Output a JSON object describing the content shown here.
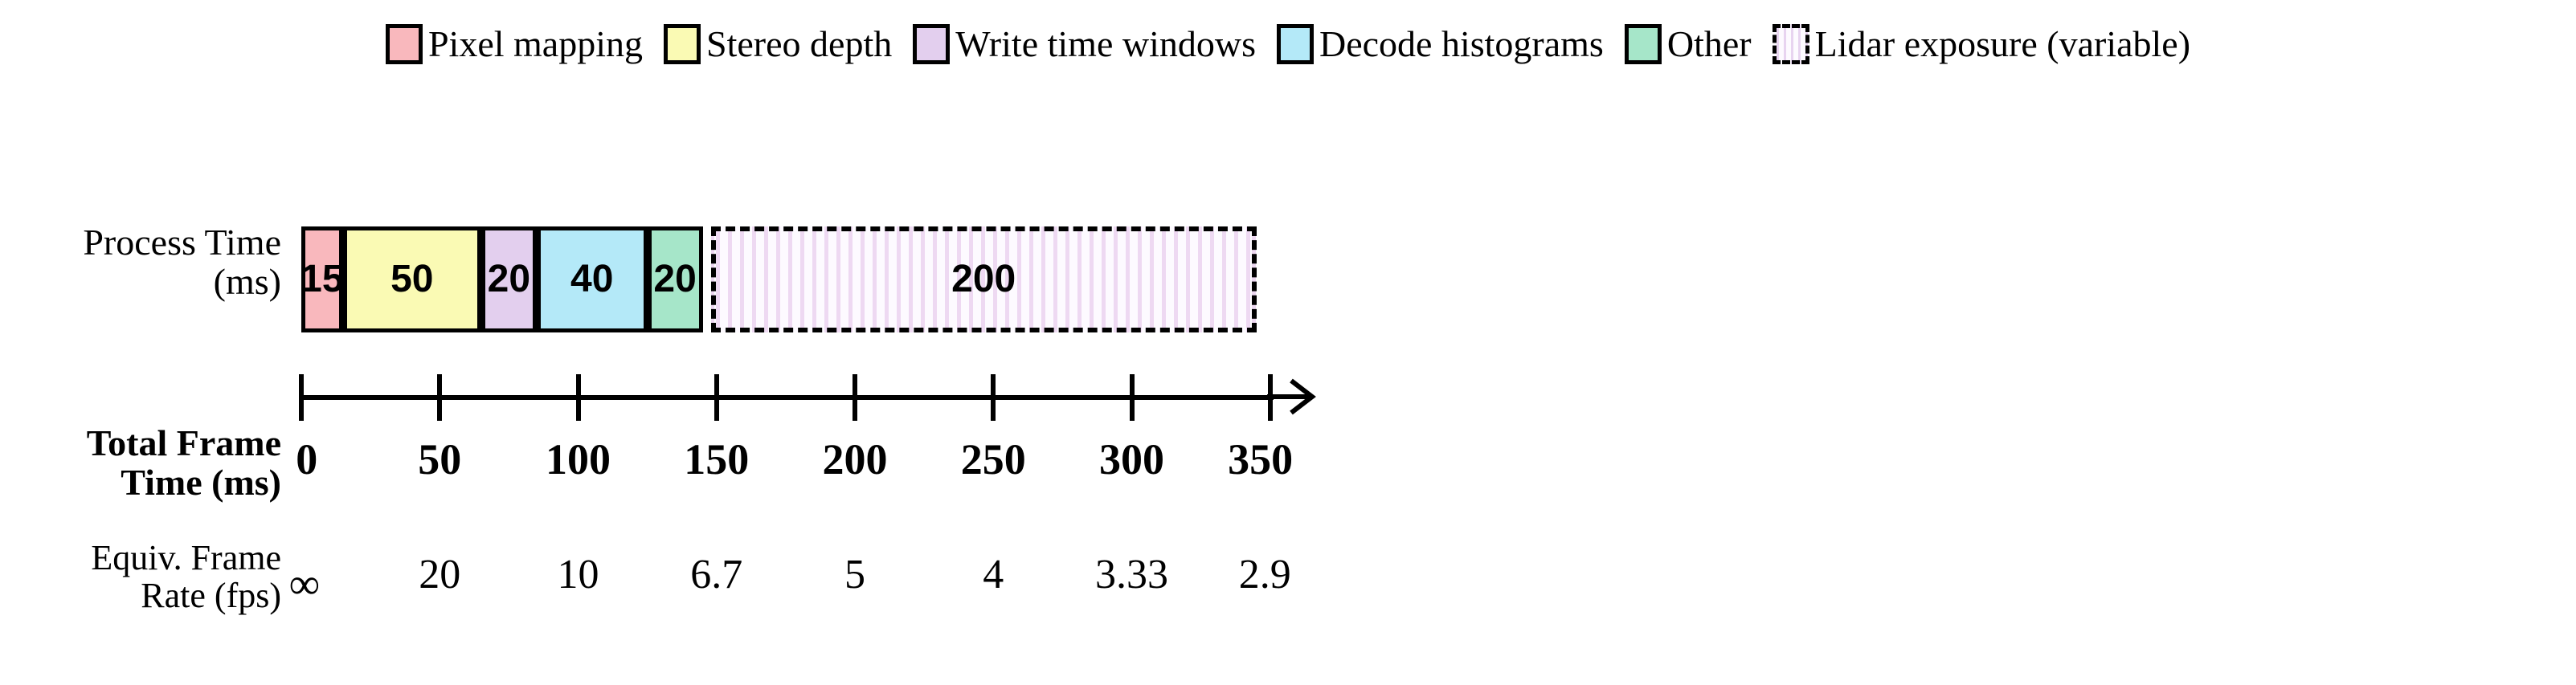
{
  "legend": {
    "items": [
      {
        "label": "Pixel mapping",
        "color": "#f9b8bd",
        "style": "solid",
        "icon": "legend-swatch-icon"
      },
      {
        "label": "Stereo depth",
        "color": "#fafab4",
        "style": "solid",
        "icon": "legend-swatch-icon"
      },
      {
        "label": "Write time windows",
        "color": "#e3cfee",
        "style": "solid",
        "icon": "legend-swatch-icon"
      },
      {
        "label": "Decode histograms",
        "color": "#b4e9f8",
        "style": "solid",
        "icon": "legend-swatch-icon"
      },
      {
        "label": "Other",
        "color": "#a6e6c9",
        "style": "solid",
        "icon": "legend-swatch-icon"
      },
      {
        "label": "Lidar exposure (variable)",
        "color": "#f3e5f7",
        "style": "dashed-hatched",
        "icon": "legend-swatch-hatched-icon"
      }
    ]
  },
  "rows": {
    "process_time_label": "Process Time\n(ms)",
    "process_time_label_line1": "Process Time",
    "process_time_label_line2": "(ms)",
    "total_frame_label_line1": "Total Frame",
    "total_frame_label_line2": "Time (ms)",
    "equiv_rate_label_line1": "Equiv. Frame",
    "equiv_rate_label_line2": "Rate (fps)"
  },
  "chart_data": {
    "type": "bar",
    "orientation": "horizontal",
    "stacked": true,
    "title": "",
    "xlabel": "Total Frame Time (ms)",
    "ylabel": "Process Time (ms)",
    "xlim": [
      0,
      350
    ],
    "grid": false,
    "legend_position": "top-center",
    "categories": [
      "Pixel mapping",
      "Stereo depth",
      "Write time windows",
      "Decode histograms",
      "Other",
      "Lidar exposure (variable)"
    ],
    "values": [
      15,
      50,
      20,
      40,
      20,
      200
    ],
    "segments": [
      {
        "label": "Pixel mapping",
        "value": 15,
        "display": "15",
        "start": 0,
        "end": 15,
        "color": "#f9b8bd",
        "style": "solid"
      },
      {
        "label": "Stereo depth",
        "value": 50,
        "display": "50",
        "start": 15,
        "end": 65,
        "color": "#fafab4",
        "style": "solid"
      },
      {
        "label": "Write time windows",
        "value": 20,
        "display": "20",
        "start": 65,
        "end": 85,
        "color": "#e3cfee",
        "style": "solid"
      },
      {
        "label": "Decode histograms",
        "value": 40,
        "display": "40",
        "start": 85,
        "end": 125,
        "color": "#b4e9f8",
        "style": "solid"
      },
      {
        "label": "Other",
        "value": 20,
        "display": "20",
        "start": 125,
        "end": 145,
        "color": "#a6e6c9",
        "style": "solid"
      },
      {
        "label": "Lidar exposure (variable)",
        "value": 200,
        "display": "200",
        "start": 148,
        "end": 345,
        "color": "#f3e5f7",
        "style": "dashed-hatched"
      }
    ],
    "axis_ticks": [
      0,
      50,
      100,
      150,
      200,
      250,
      300,
      350
    ],
    "axis_tick_labels": [
      "0",
      "50",
      "100",
      "150",
      "200",
      "250",
      "300",
      "350"
    ],
    "equiv_frame_rate_labels": [
      "∞",
      "20",
      "10",
      "6.7",
      "5",
      "4",
      "3.33",
      "2.9"
    ],
    "equiv_frame_rate_values": [
      null,
      20,
      10,
      6.7,
      5,
      4,
      3.33,
      2.9
    ]
  },
  "colors": {
    "outline": "#000000",
    "background": "#ffffff"
  }
}
